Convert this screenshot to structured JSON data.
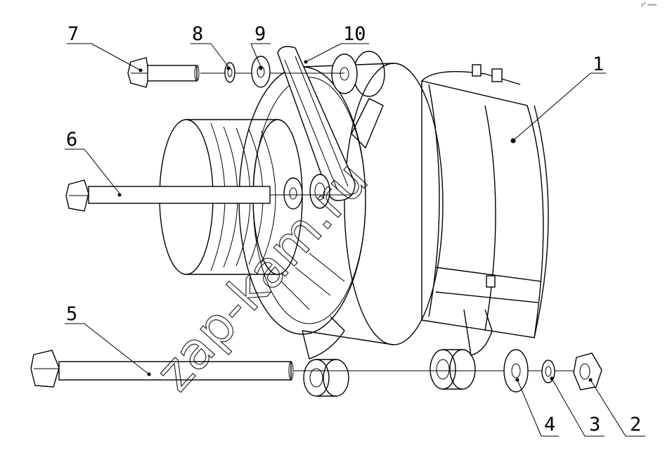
{
  "watermark": "zap-kam.ru",
  "corner_mark": "z° ═══",
  "callouts": [
    {
      "id": "1",
      "text": "1"
    },
    {
      "id": "2",
      "text": "2"
    },
    {
      "id": "3",
      "text": "3"
    },
    {
      "id": "4",
      "text": "4"
    },
    {
      "id": "5",
      "text": "5"
    },
    {
      "id": "6",
      "text": "6"
    },
    {
      "id": "7",
      "text": "7"
    },
    {
      "id": "8",
      "text": "8"
    },
    {
      "id": "9",
      "text": "9"
    },
    {
      "id": "10",
      "text": "10"
    }
  ]
}
